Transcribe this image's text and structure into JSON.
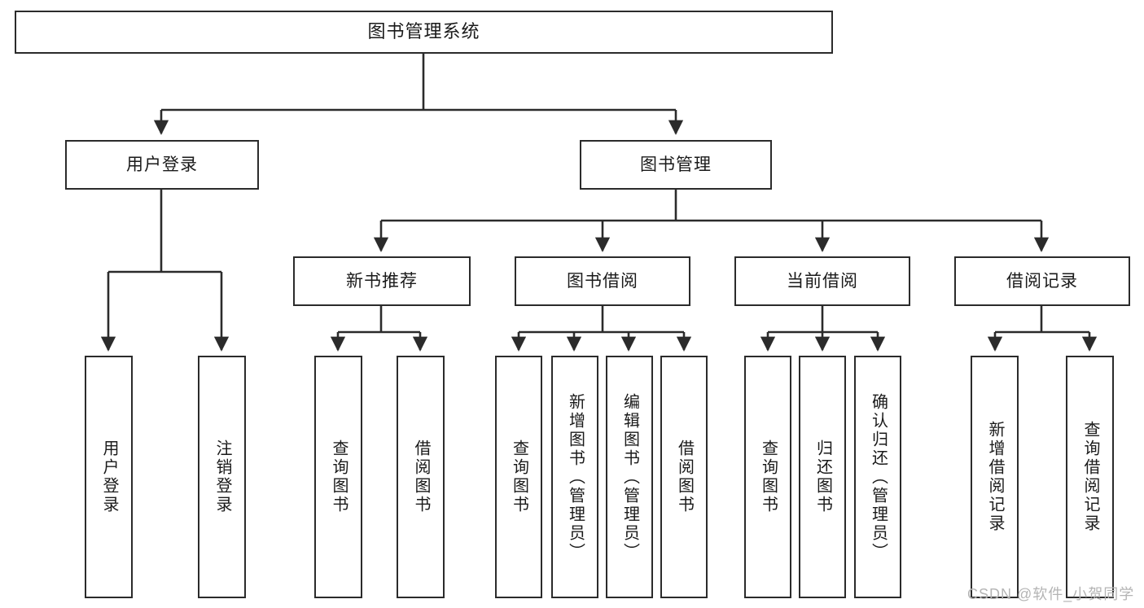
{
  "diagram": {
    "title": "图书管理系统",
    "type": "tree-hierarchy-diagram",
    "theme": {
      "background": "#ffffff",
      "stroke": "#2b2b2b",
      "text": "#1a1a1a",
      "watermark_color": "#b4b4b4"
    },
    "root": {
      "label": "图书管理系统"
    },
    "level2": [
      {
        "label": "用户登录"
      },
      {
        "label": "图书管理"
      }
    ],
    "level3": [
      {
        "label": "新书推荐"
      },
      {
        "label": "图书借阅"
      },
      {
        "label": "当前借阅"
      },
      {
        "label": "借阅记录"
      }
    ],
    "leaves": {
      "user_login": [
        {
          "label": "用户登录"
        },
        {
          "label": "注销登录"
        }
      ],
      "new_book_recommend": [
        {
          "label": "查询图书"
        },
        {
          "label": "借阅图书"
        }
      ],
      "book_borrow": [
        {
          "label": "查询图书"
        },
        {
          "label": "新增图书（管理员）"
        },
        {
          "label": "编辑图书（管理员）"
        },
        {
          "label": "借阅图书"
        }
      ],
      "current_borrow": [
        {
          "label": "查询图书"
        },
        {
          "label": "归还图书"
        },
        {
          "label": "确认归还（管理员）"
        }
      ],
      "borrow_record": [
        {
          "label": "新增借阅记录"
        },
        {
          "label": "查询借阅记录"
        }
      ]
    }
  },
  "watermark": {
    "text": "CSDN @软件_小贺同学"
  }
}
